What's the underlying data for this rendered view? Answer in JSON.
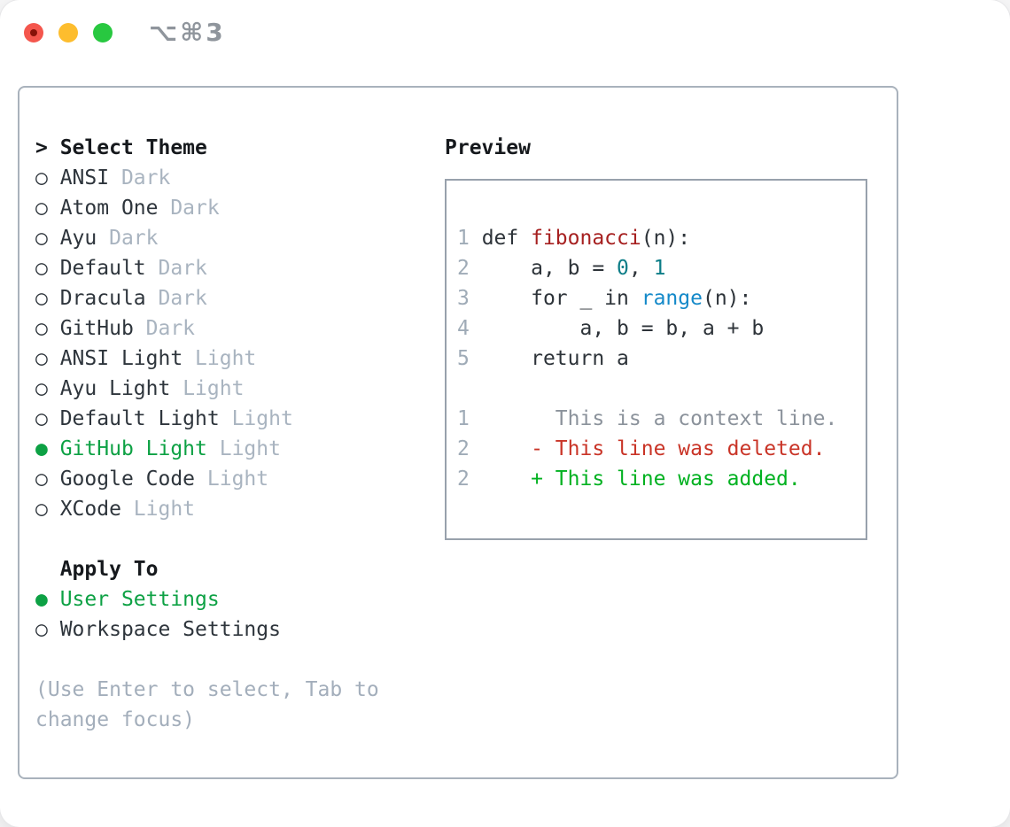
{
  "window": {
    "title": "⌥⌘3",
    "traffic_lights": {
      "close_color": "#f4564d",
      "close_inner_dot_color": "#871209",
      "minimize_color": "#fdbd2e",
      "zoom_color": "#28c840"
    }
  },
  "icons": {
    "header_prefix": ">",
    "radio_unselected": "○",
    "radio_selected": "●"
  },
  "colors": {
    "selected_green": "#0da144",
    "tag_gray": "#a9b4c0",
    "hint_gray": "#a3aebb",
    "panel_border": "#a9b2bc",
    "preview_border": "#98a1ac",
    "syntax_function_red": "#a62020",
    "syntax_number_teal": "#0c7d87",
    "syntax_builtin_blue": "#1489c9",
    "diff_context_gray": "#8b929b",
    "diff_deleted_red": "#c93427",
    "diff_added_green": "#00b120"
  },
  "theme_panel": {
    "header": "Select Theme",
    "themes": [
      {
        "name": "ANSI",
        "tag": "Dark",
        "selected": false
      },
      {
        "name": "Atom One",
        "tag": "Dark",
        "selected": false
      },
      {
        "name": "Ayu",
        "tag": "Dark",
        "selected": false
      },
      {
        "name": "Default",
        "tag": "Dark",
        "selected": false
      },
      {
        "name": "Dracula",
        "tag": "Dark",
        "selected": false
      },
      {
        "name": "GitHub",
        "tag": "Dark",
        "selected": false
      },
      {
        "name": "ANSI Light",
        "tag": "Light",
        "selected": false
      },
      {
        "name": "Ayu Light",
        "tag": "Light",
        "selected": false
      },
      {
        "name": "Default Light",
        "tag": "Light",
        "selected": false
      },
      {
        "name": "GitHub Light",
        "tag": "Light",
        "selected": true
      },
      {
        "name": "Google Code",
        "tag": "Light",
        "selected": false
      },
      {
        "name": "XCode",
        "tag": "Light",
        "selected": false
      }
    ],
    "apply_to": {
      "label": "Apply To",
      "options": [
        {
          "name": "User Settings",
          "selected": true
        },
        {
          "name": "Workspace Settings",
          "selected": false
        }
      ]
    },
    "hint_lines": [
      "(Use Enter to select, Tab to",
      "change focus)"
    ]
  },
  "preview": {
    "title": "Preview",
    "code_lines": [
      {
        "num": "1",
        "tokens": [
          {
            "t": "def ",
            "c": "plain"
          },
          {
            "t": "fibonacci",
            "c": "function"
          },
          {
            "t": "(n):",
            "c": "plain"
          }
        ]
      },
      {
        "num": "2",
        "tokens": [
          {
            "t": "    a, b = ",
            "c": "plain"
          },
          {
            "t": "0",
            "c": "number"
          },
          {
            "t": ", ",
            "c": "plain"
          },
          {
            "t": "1",
            "c": "number"
          }
        ]
      },
      {
        "num": "3",
        "tokens": [
          {
            "t": "    for _ in ",
            "c": "plain"
          },
          {
            "t": "range",
            "c": "builtin"
          },
          {
            "t": "(n):",
            "c": "plain"
          }
        ]
      },
      {
        "num": "4",
        "tokens": [
          {
            "t": "        a, b = b, a + b",
            "c": "plain"
          }
        ]
      },
      {
        "num": "5",
        "tokens": [
          {
            "t": "    return a",
            "c": "plain"
          }
        ]
      }
    ],
    "diff_lines": [
      {
        "num": "1",
        "tokens": [
          {
            "t": "      This is a context line.",
            "c": "context"
          }
        ]
      },
      {
        "num": "2",
        "tokens": [
          {
            "t": "    - This line was deleted.",
            "c": "deleted"
          }
        ]
      },
      {
        "num": "2",
        "tokens": [
          {
            "t": "    + This line was added.",
            "c": "added"
          }
        ]
      }
    ]
  }
}
